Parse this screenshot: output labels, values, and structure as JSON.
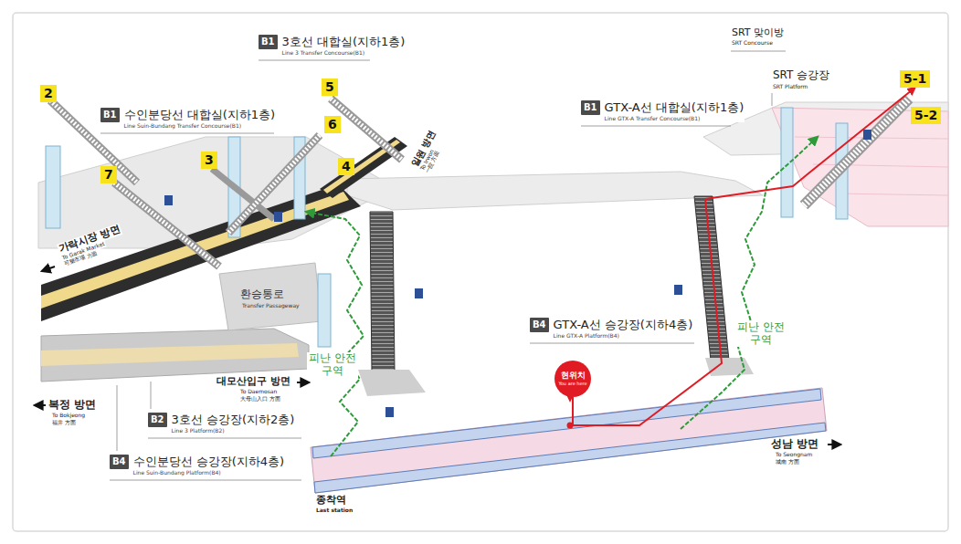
{
  "diagram": {
    "nodes": [
      {
        "text": [
          "B1",
          "3호선 대합실(지하1층)",
          "Line 3 Transfer Concourse(B1)"
        ]
      },
      {
        "text": [
          "5-1"
        ]
      },
      {
        "text": [
          "5"
        ]
      },
      {
        "text": [
          "2"
        ]
      },
      {
        "text": [
          "B1",
          "GTX-A선 대합실(지하1층)",
          "Line GTX-A Transfer Concourse(B1)"
        ]
      },
      {
        "text": [
          "B1",
          "수인분당선 대합실(지하1층)",
          "Line Suin-Bundang Transfer Concourse(B1)"
        ]
      },
      {
        "text": [
          "5-2"
        ]
      },
      {
        "text": [
          "6"
        ]
      },
      {
        "text": [
          "3"
        ]
      },
      {
        "text": [
          "4"
        ]
      },
      {
        "text": [
          "7"
        ]
      },
      {
        "text": [
          "B4",
          "GTX-A선 승강장(지하4층)",
          "Line GTX-A Platform(B4)"
        ]
      },
      {
        "text": [
          "현위치",
          "You are here"
        ]
      },
      {
        "text": [
          "B2",
          "3호선 승강장(지하2층)",
          "Line 3 Platform(B2)"
        ]
      },
      {
        "text": [
          "B4",
          "수인분당선 승강장(지하4층)",
          "Line Suin-Bundang Platform(B4)"
        ]
      }
    ],
    "edges": [
      {
        "from": 12,
        "to": 1,
        "arrow": "to"
      }
    ],
    "labels": [
      "SRT 맞이방",
      "SRT Concourse",
      "SRT 승강장",
      "SRT Platform",
      "일원 방면",
      "To Irwon",
      "一院 方面",
      "가락시장 방면",
      "To Garak Market",
      "可樂市場 方面",
      "환승통로",
      "Transfer Passageway",
      "피난 안전구역",
      "대모산입구 방면",
      "To Daemosan",
      "大母山入口 方面",
      "복정 방면",
      "To Bokjeong",
      "福井 方面",
      "피난 안전구역",
      "성남 방면",
      "To Seongnam",
      "城南 方面",
      "종착역",
      "Last station"
    ]
  }
}
